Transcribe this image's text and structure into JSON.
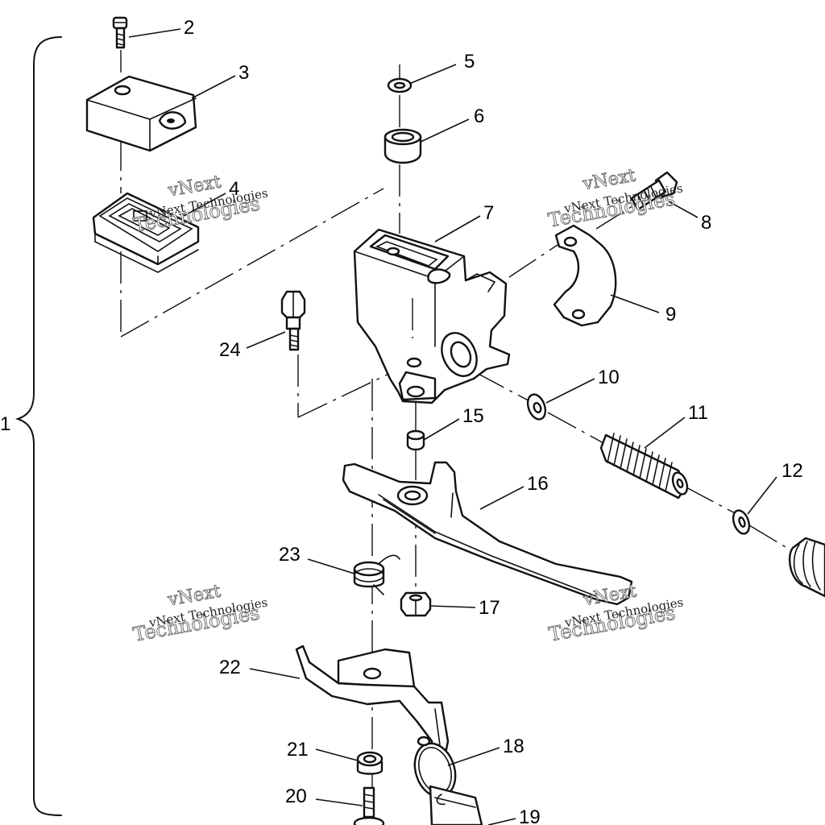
{
  "diagram": {
    "callouts": [
      "1",
      "2",
      "3",
      "4",
      "5",
      "6",
      "7",
      "8",
      "9",
      "10",
      "11",
      "12",
      "15",
      "16",
      "17",
      "18",
      "19",
      "20",
      "21",
      "22",
      "23",
      "24"
    ]
  },
  "watermark": {
    "line1": "vNext",
    "line2": "Technologies",
    "small": "vNext Technologies"
  }
}
